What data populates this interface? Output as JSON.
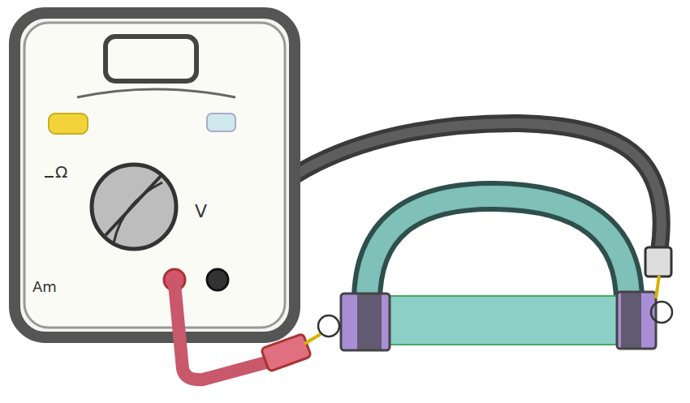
{
  "diagram": {
    "labels": [
      "Ω",
      "V",
      "Am"
    ]
  }
}
